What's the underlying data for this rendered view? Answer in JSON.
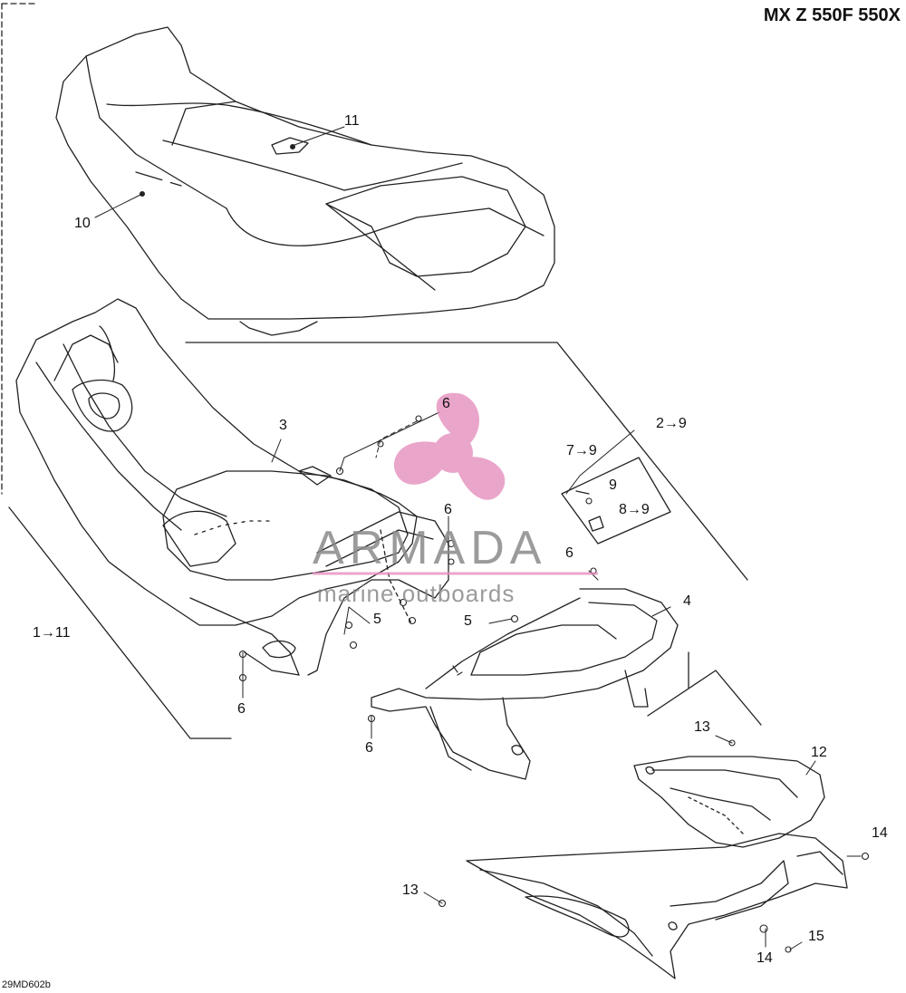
{
  "header": {
    "title": "MX Z 550F 550X"
  },
  "footer": {
    "code": "29MD602b"
  },
  "watermark": {
    "brand": "ARMADA",
    "tagline": "marine outboards",
    "color": "#e58fbd"
  },
  "callouts": [
    {
      "id": "c10",
      "text": "10"
    },
    {
      "id": "c11",
      "text": "11"
    },
    {
      "id": "c3",
      "text": "3"
    },
    {
      "id": "c6a",
      "text": "6"
    },
    {
      "id": "c6b",
      "text": "6"
    },
    {
      "id": "c6c",
      "text": "6"
    },
    {
      "id": "c6d",
      "text": "6"
    },
    {
      "id": "c6e",
      "text": "6"
    },
    {
      "id": "c5a",
      "text": "5"
    },
    {
      "id": "c5b",
      "text": "5"
    },
    {
      "id": "c4",
      "text": "4"
    },
    {
      "id": "c2to9",
      "text": "2→9"
    },
    {
      "id": "c7to9",
      "text": "7→9"
    },
    {
      "id": "c9",
      "text": "9"
    },
    {
      "id": "c8to9",
      "text": "8→9"
    },
    {
      "id": "c1to11",
      "text": "1→11"
    },
    {
      "id": "c13a",
      "text": "13"
    },
    {
      "id": "c13b",
      "text": "13"
    },
    {
      "id": "c12",
      "text": "12"
    },
    {
      "id": "c14a",
      "text": "14"
    },
    {
      "id": "c14b",
      "text": "14"
    },
    {
      "id": "c15",
      "text": "15"
    }
  ]
}
